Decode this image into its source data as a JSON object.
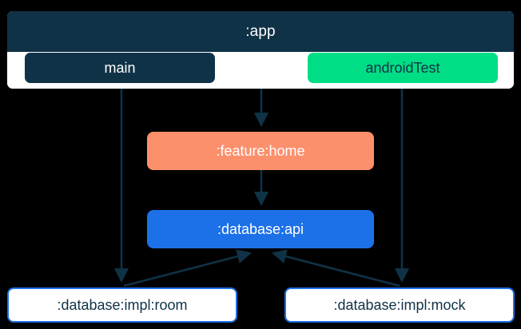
{
  "diagram": {
    "type": "module-dependency-graph",
    "background_color": "#000000",
    "clusters": [
      {
        "id": "app",
        "title": ":app",
        "header_color": "#103247",
        "body_color": "#ffffff",
        "source_sets": [
          {
            "id": "main",
            "label": "main",
            "color": "#103247",
            "text_color": "#ffffff"
          },
          {
            "id": "androidTest",
            "label": "androidTest",
            "color": "#00DE85",
            "text_color": "#103247"
          }
        ]
      }
    ],
    "nodes": [
      {
        "id": "feature-home",
        "label": ":feature:home",
        "fill": "#FC8F6C",
        "text_color": "#ffffff",
        "border": "none"
      },
      {
        "id": "database-api",
        "label": ":database:api",
        "fill": "#1C71E8",
        "text_color": "#ffffff",
        "border": "none"
      },
      {
        "id": "impl-room",
        "label": ":database:impl:room",
        "fill": "#ffffff",
        "text_color": "#103247",
        "border": "#1C71E8"
      },
      {
        "id": "impl-mock",
        "label": ":database:impl:mock",
        "fill": "#ffffff",
        "text_color": "#103247",
        "border": "#1C71E8"
      }
    ],
    "edges": [
      {
        "from": "main",
        "to": "impl-room",
        "style": "solid",
        "arrow": "end"
      },
      {
        "from": "app",
        "to": "feature-home",
        "style": "solid",
        "arrow": "end"
      },
      {
        "from": "feature-home",
        "to": "database-api",
        "style": "solid",
        "arrow": "end"
      },
      {
        "from": "androidTest",
        "to": "impl-mock",
        "style": "solid",
        "arrow": "end"
      },
      {
        "from": "impl-room",
        "to": "database-api",
        "style": "solid",
        "arrow": "end"
      },
      {
        "from": "impl-mock",
        "to": "database-api",
        "style": "solid",
        "arrow": "end"
      }
    ],
    "edge_color": "#103247"
  }
}
